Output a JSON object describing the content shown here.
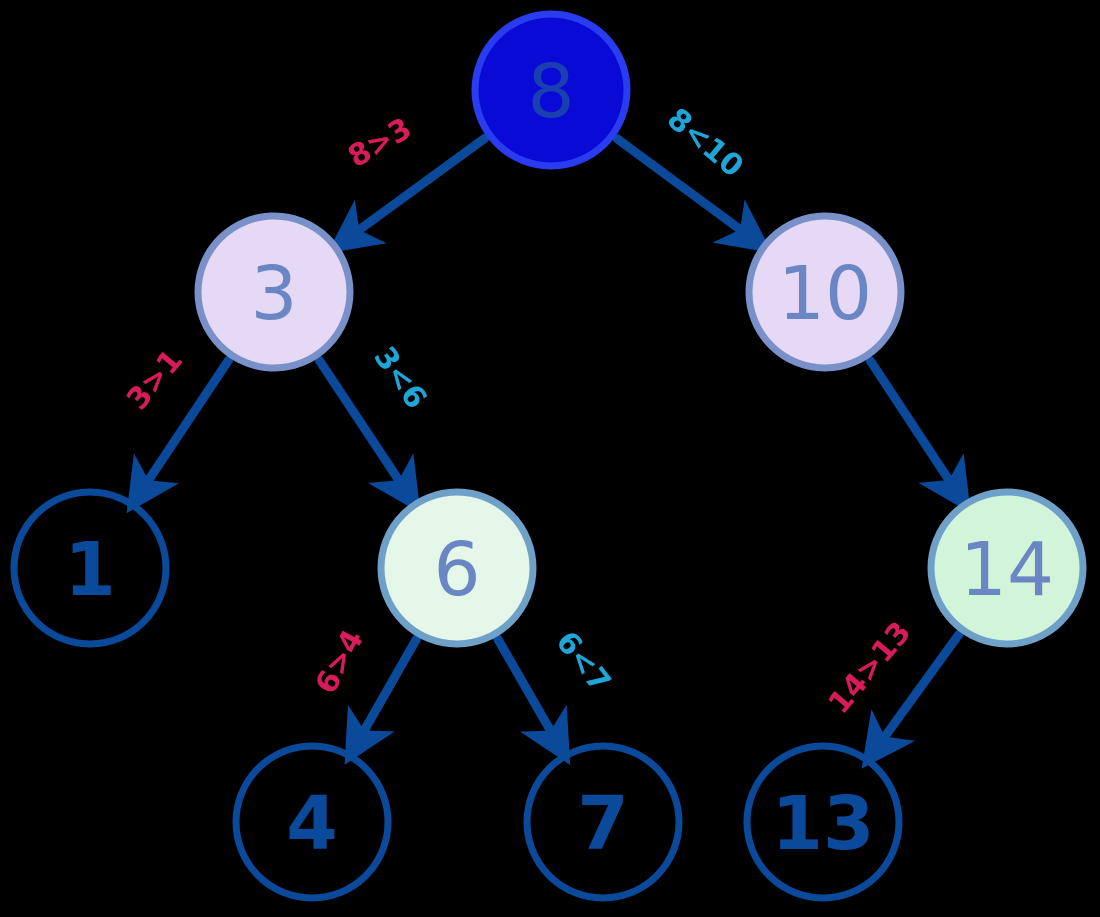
{
  "colors": {
    "edge": "#0b4a9a",
    "left_label": "#d81b5a",
    "right_label": "#1ea6d8"
  },
  "nodes": [
    {
      "id": "n8",
      "label": "8",
      "fill": "#0a0ad6",
      "stroke": "#2a3cf0",
      "text": "#1a3fb0"
    },
    {
      "id": "n3",
      "label": "3",
      "fill": "#e6d9f5",
      "stroke": "#7a90c8",
      "text": "#6a86c4"
    },
    {
      "id": "n10",
      "label": "10",
      "fill": "#e6d9f5",
      "stroke": "#7a90c8",
      "text": "#6a86c4"
    },
    {
      "id": "n1",
      "label": "1",
      "fill": "none",
      "stroke": "#0b4a9a",
      "text": "#0b4a9a"
    },
    {
      "id": "n6",
      "label": "6",
      "fill": "#e4f7e8",
      "stroke": "#6fa0c8",
      "text": "#6a86c4"
    },
    {
      "id": "n14",
      "label": "14",
      "fill": "#d2f5da",
      "stroke": "#6fa0c8",
      "text": "#6a86c4"
    },
    {
      "id": "n4",
      "label": "4",
      "fill": "none",
      "stroke": "#0b4a9a",
      "text": "#0b4a9a"
    },
    {
      "id": "n7",
      "label": "7",
      "fill": "none",
      "stroke": "#0b4a9a",
      "text": "#0b4a9a"
    },
    {
      "id": "n13",
      "label": "13",
      "fill": "none",
      "stroke": "#0b4a9a",
      "text": "#0b4a9a"
    }
  ],
  "edges": [
    {
      "id": "e8-3",
      "label": "8>3",
      "side": "left"
    },
    {
      "id": "e8-10",
      "label": "8<10",
      "side": "right"
    },
    {
      "id": "e3-1",
      "label": "3>1",
      "side": "left"
    },
    {
      "id": "e3-6",
      "label": "3<6",
      "side": "right"
    },
    {
      "id": "e10-14",
      "label": "",
      "side": "right"
    },
    {
      "id": "e6-4",
      "label": "6>4",
      "side": "left"
    },
    {
      "id": "e6-7",
      "label": "6<7",
      "side": "right"
    },
    {
      "id": "e14-13",
      "label": "14>13",
      "side": "left"
    }
  ]
}
